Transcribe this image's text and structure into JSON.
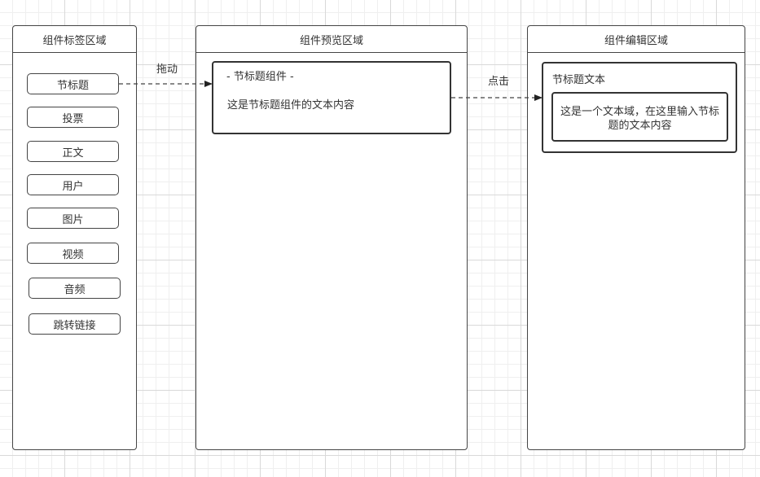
{
  "tag_panel": {
    "title": "组件标签区域",
    "items": [
      "节标题",
      "投票",
      "正文",
      "用户",
      "图片",
      "视频",
      "音频",
      "跳转链接"
    ]
  },
  "preview_panel": {
    "title": "组件预览区域",
    "component": {
      "title": "- 节标题组件 -",
      "content": "这是节标题组件的文本内容"
    }
  },
  "edit_panel": {
    "title": "组件编辑区域",
    "card": {
      "label": "节标题文本",
      "textarea_value": "这是一个文本域，在这里输入节标题的文本内容"
    }
  },
  "arrows": {
    "drag_label": "拖动",
    "click_label": "点击"
  },
  "colors": {
    "line": "#444444",
    "text": "#333333",
    "grid": "#d9d9d9"
  }
}
